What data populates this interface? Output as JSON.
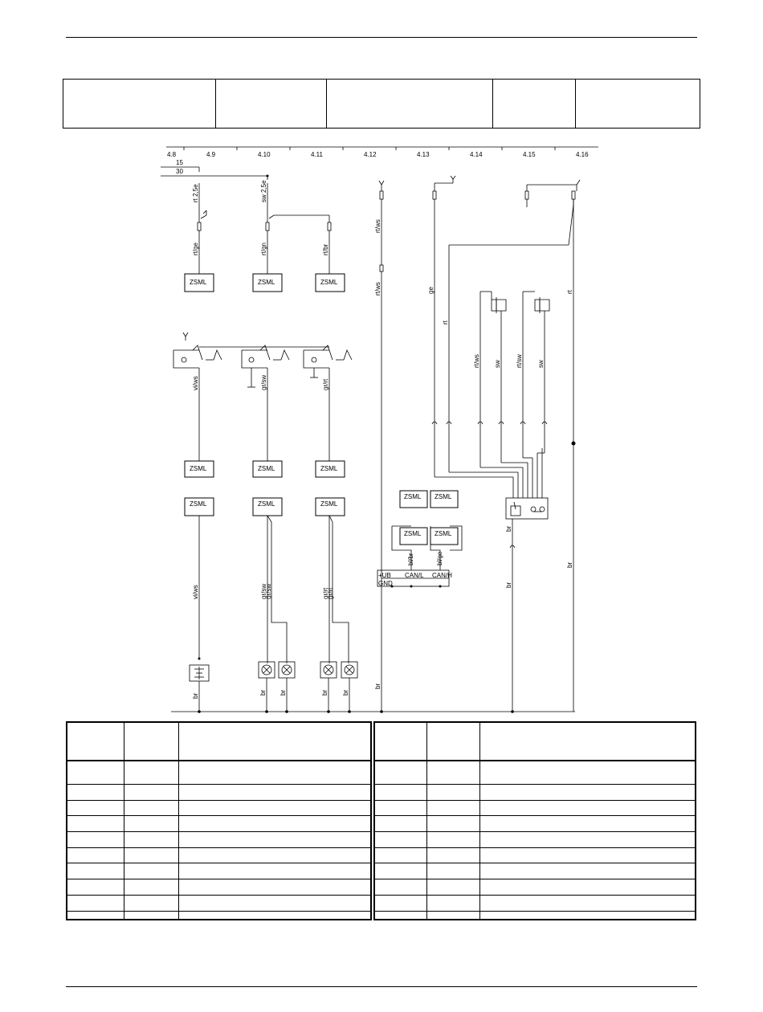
{
  "grid": {
    "ticks": [
      "4.8",
      "4.9",
      "4.10",
      "4.11",
      "4.12",
      "4.13",
      "4.14",
      "4.15",
      "4.16"
    ]
  },
  "rails": {
    "r15": "15",
    "r30": "30"
  },
  "module_label": "ZSML",
  "wires": {
    "rt25": "rt 2,5e",
    "sw25": "sw 2,5e",
    "rtge": "rt/ge",
    "rtgn": "rt/gn",
    "rtbr": "rt/br",
    "rtws1": "rt/ws",
    "rtws2": "rt/ws",
    "ge": "ge",
    "rt1": "rt",
    "rtws3": "rt/ws",
    "sw1": "sw",
    "rtsw": "rt/sw",
    "sw2": "sw",
    "rt2": "rt",
    "viws1": "vi/ws",
    "grsw1": "gr/sw",
    "grrt1": "gr/rt",
    "viws2": "vi/ws",
    "grsw2": "gr/sw",
    "grsw3": "gr/sw",
    "grrt2": "gr/rt",
    "grrt3": "gr/rt",
    "blbr": "bl/br",
    "blge": "bl/ge",
    "br_radio": "br",
    "br_radio2": "br",
    "br_right": "br",
    "br_left": "br",
    "br_l1": "br",
    "br_l2": "br",
    "br_l3": "br",
    "br_l4": "br",
    "br_l5": "br"
  },
  "can_module": {
    "ub": "+UB",
    "gnd": "GND",
    "canl": "CAN/L",
    "canh": "CAN/H"
  }
}
